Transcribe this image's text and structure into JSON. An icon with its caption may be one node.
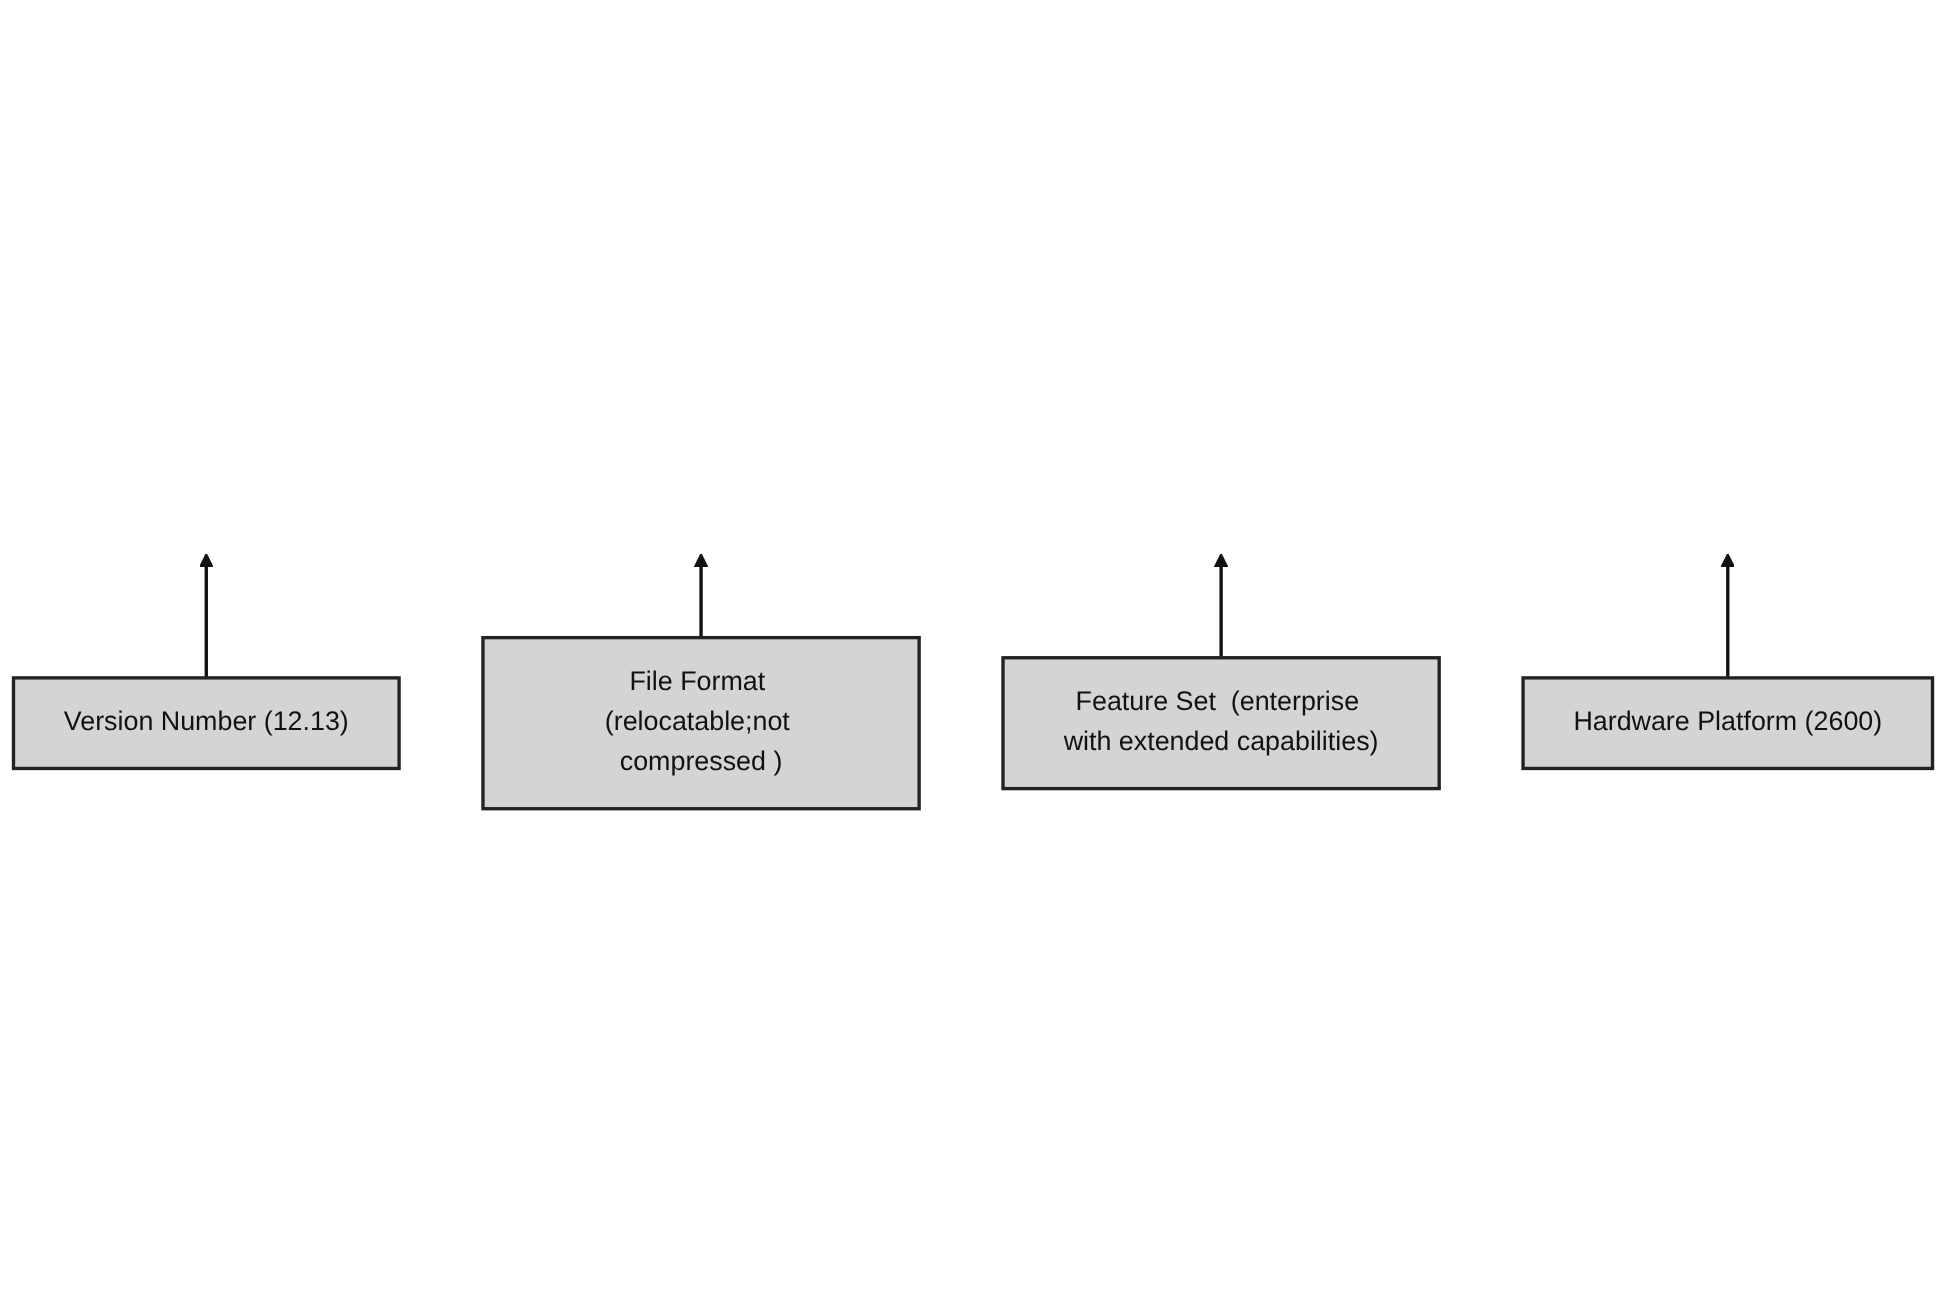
{
  "diagram": {
    "nodes": [
      {
        "text": [
          "Version Number (12.13)"
        ]
      },
      {
        "text": [
          "File Format (relocatable;not compressed )"
        ]
      },
      {
        "text": [
          "Feature Set  (enterprise with extended capabilities)"
        ]
      },
      {
        "text": [
          "Hardware Platform (2600)"
        ]
      }
    ],
    "edges": [
      {
        "from": 3,
        "to": null,
        "arrow": "to"
      },
      {
        "from": 2,
        "to": null,
        "arrow": "to"
      },
      {
        "from": 1,
        "to": null,
        "arrow": "to"
      },
      {
        "from": 0,
        "to": null,
        "arrow": "to"
      }
    ]
  }
}
